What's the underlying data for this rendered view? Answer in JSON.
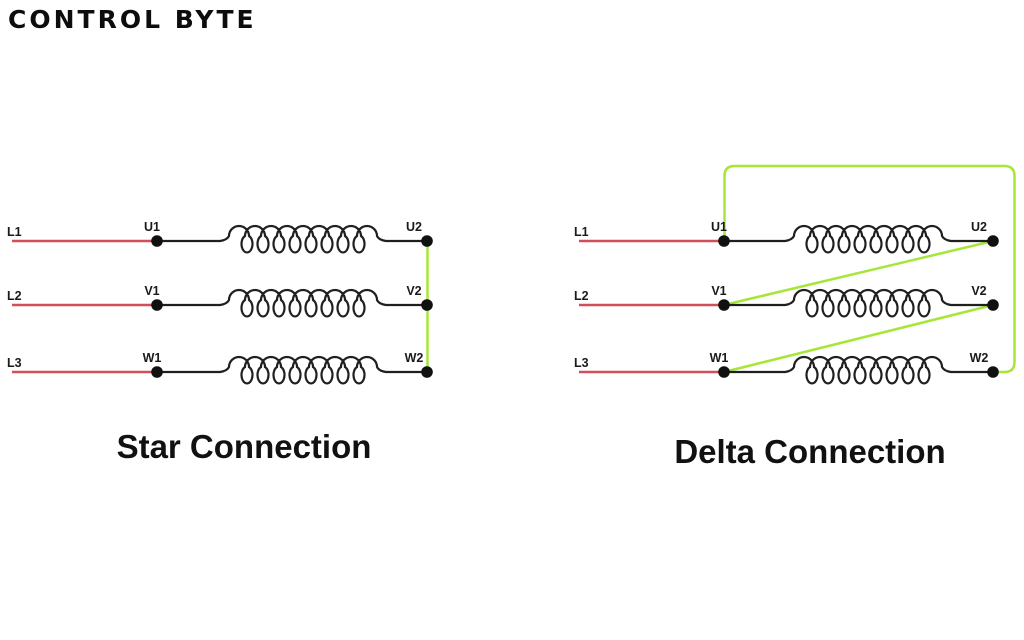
{
  "logo": {
    "text": "CONTROL BYTE"
  },
  "star": {
    "title": "Star Connection",
    "rows": [
      {
        "supply": "L1",
        "start": "U1",
        "end": "U2"
      },
      {
        "supply": "L2",
        "start": "V1",
        "end": "V2"
      },
      {
        "supply": "L3",
        "start": "W1",
        "end": "W2"
      }
    ],
    "connections": [
      [
        "U2",
        "V2"
      ],
      [
        "V2",
        "W2"
      ]
    ]
  },
  "delta": {
    "title": "Delta Connection",
    "rows": [
      {
        "supply": "L1",
        "start": "U1",
        "end": "U2"
      },
      {
        "supply": "L2",
        "start": "V1",
        "end": "V2"
      },
      {
        "supply": "L3",
        "start": "W1",
        "end": "W2"
      }
    ],
    "connections": [
      [
        "U1",
        "W2"
      ],
      [
        "U2",
        "V1"
      ],
      [
        "V2",
        "W1"
      ]
    ]
  },
  "colors": {
    "supply_red": "#d14f5a",
    "link_green": "#a5e637",
    "wire_black": "#1f1f1f",
    "node_black": "#111111",
    "text_dark": "#1a1a1a"
  }
}
